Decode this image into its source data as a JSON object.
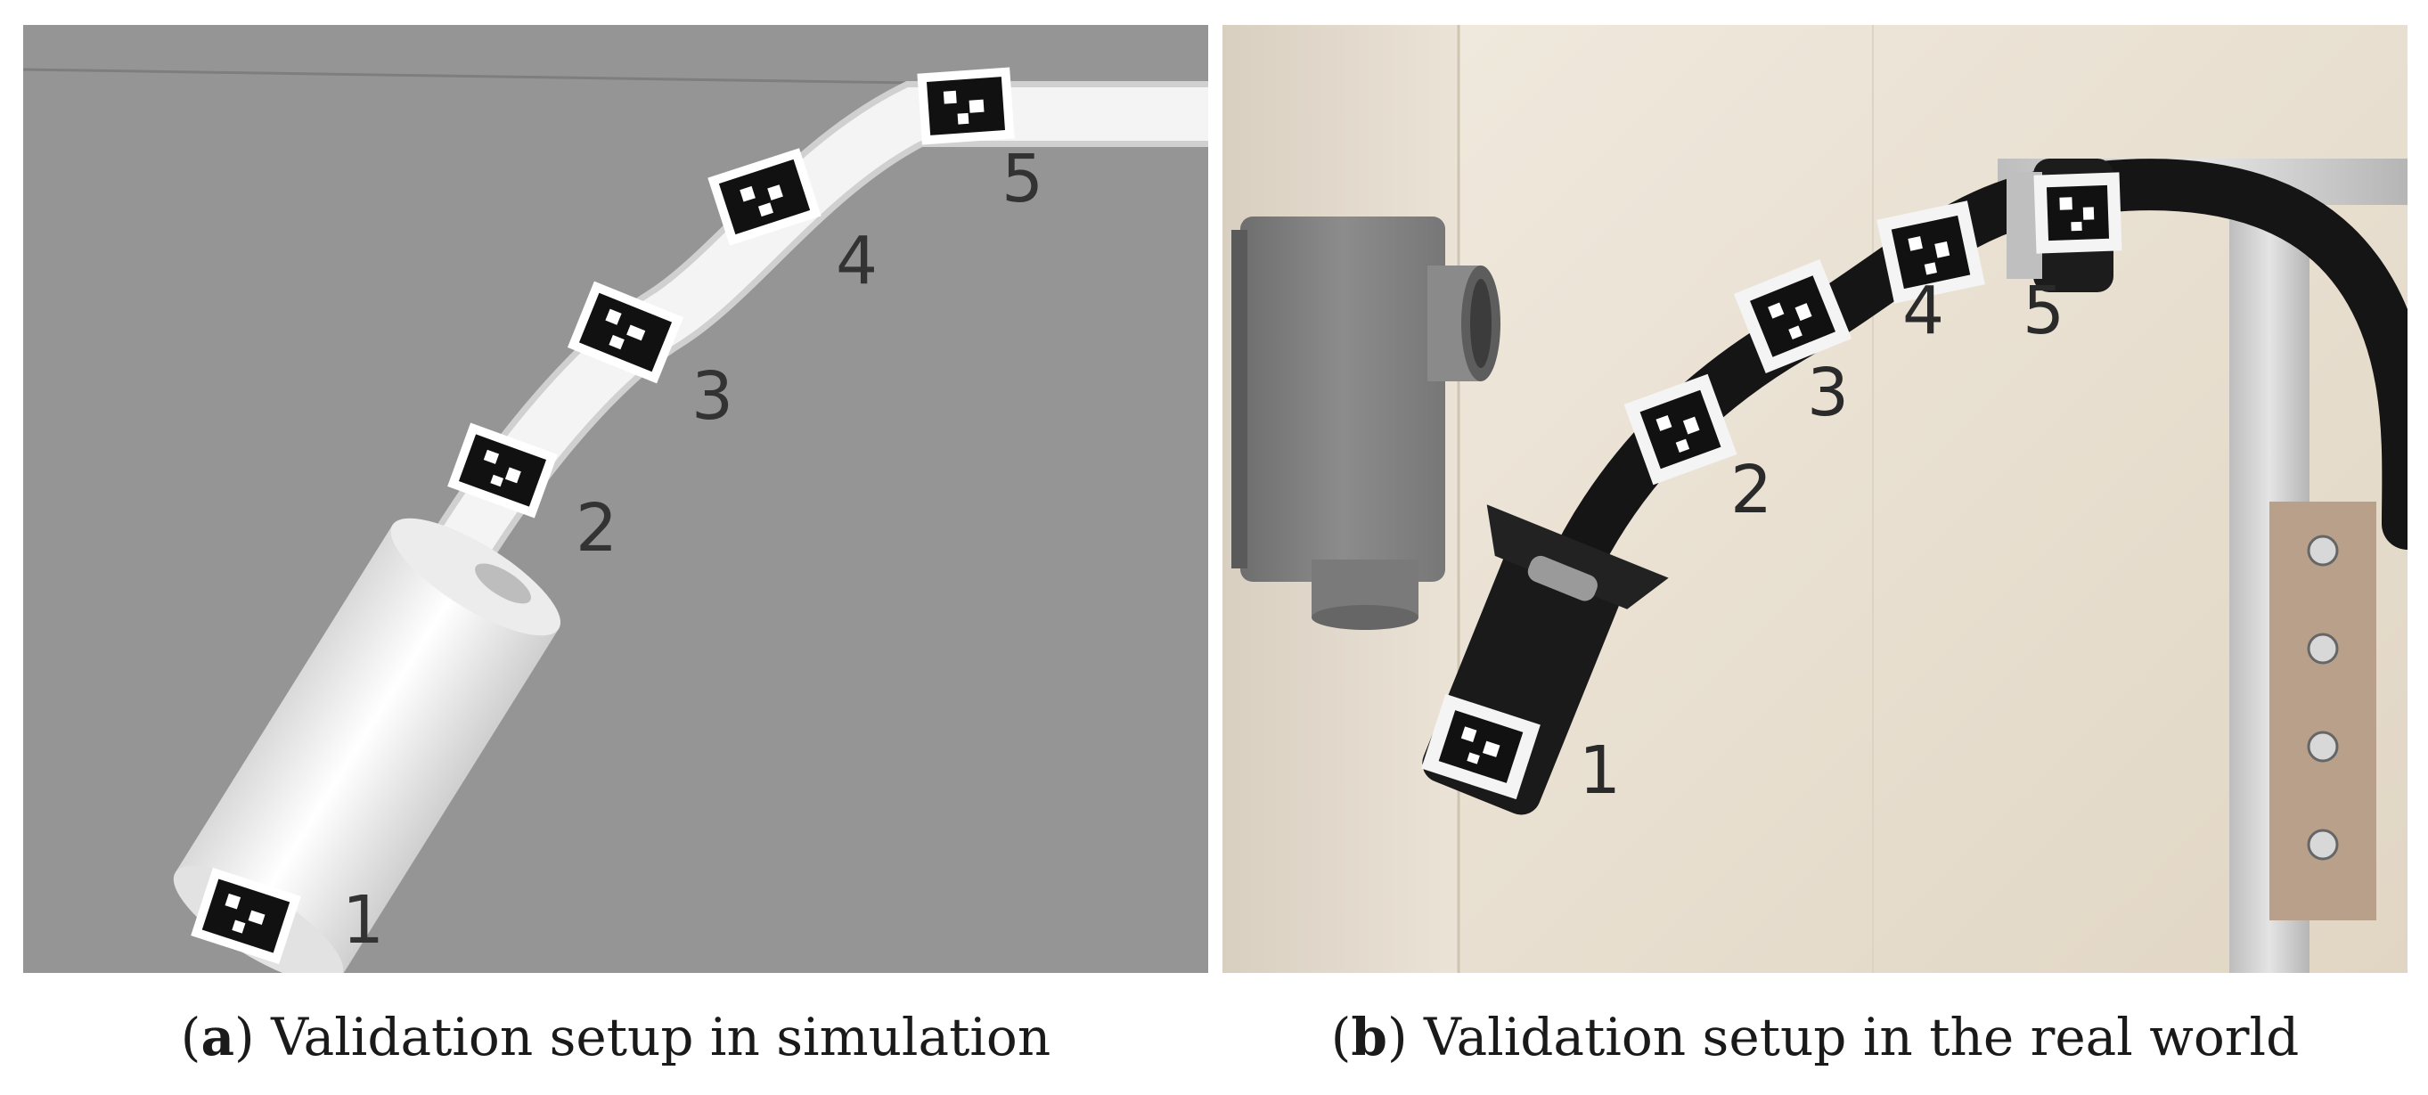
{
  "panel_a": {
    "caption_open": "(",
    "caption_letter": "a",
    "caption_text": ") Validation setup in simulation",
    "markers": [
      "1",
      "2",
      "3",
      "4",
      "5"
    ],
    "colors": {
      "background": "#959595",
      "tube": "#f2f2f2",
      "label": "#333333"
    }
  },
  "panel_b": {
    "caption_open": "(",
    "caption_letter": "b",
    "caption_text": ") Validation setup in the real world",
    "markers": [
      "1",
      "2",
      "3",
      "4",
      "5"
    ],
    "colors": {
      "wall": "#e6dccd",
      "cable": "#151515",
      "label": "#2a2a2a"
    }
  }
}
